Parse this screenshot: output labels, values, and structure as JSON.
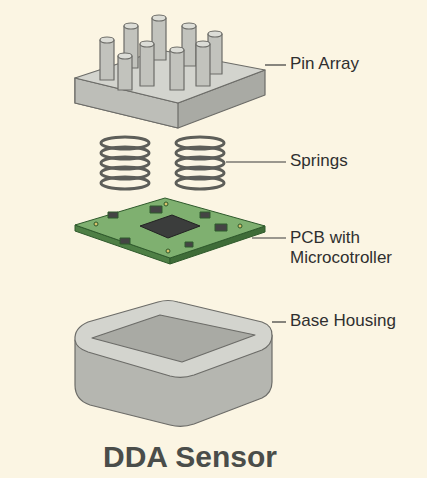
{
  "diagram": {
    "title": "DDA Sensor",
    "labels": [
      "Pin Array",
      "Springs",
      "PCB with Microcotroller",
      "Base Housing"
    ]
  }
}
